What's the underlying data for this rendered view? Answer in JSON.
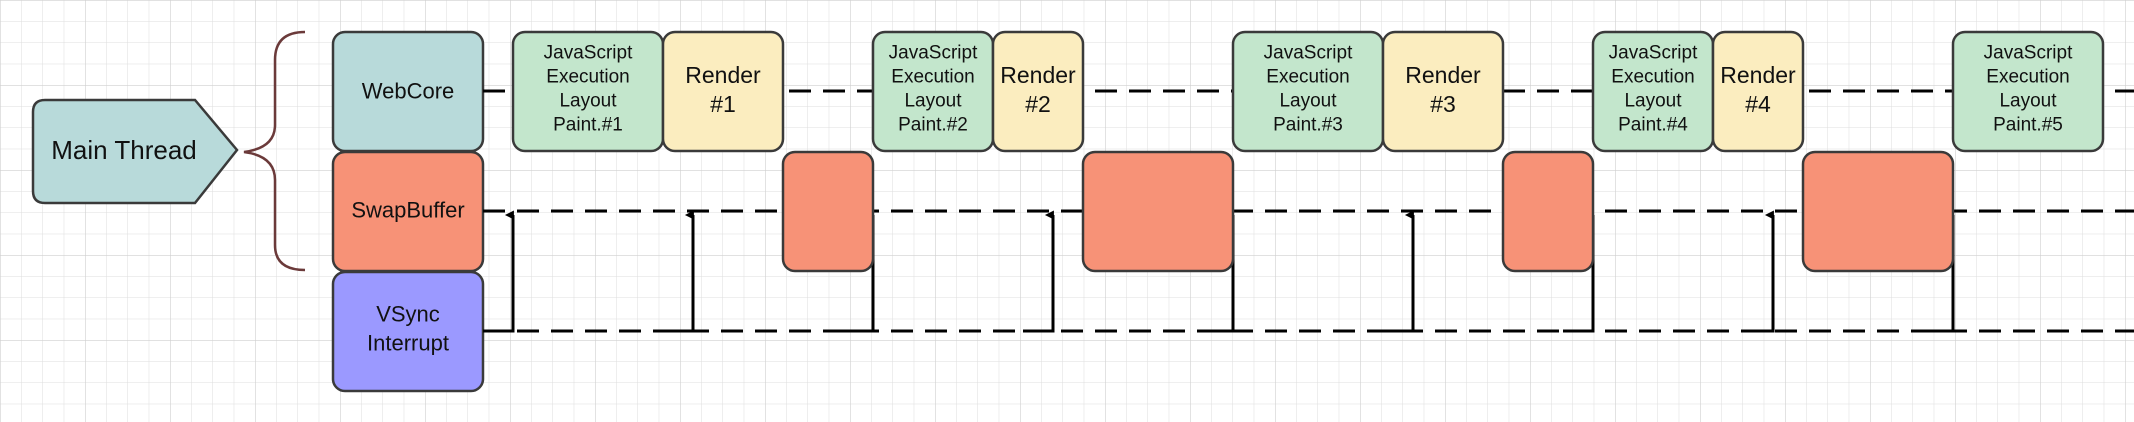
{
  "colors": {
    "grid": "#dedede",
    "grid_major": "#cfcfcf",
    "stroke": "#3a3a3a",
    "webcore_fill": "#b8dada",
    "swapbuffer_fill": "#f79277",
    "vsync_fill": "#9b99ff",
    "main_thread_fill": "#b8dada",
    "js_fill": "#c3e6cc",
    "render_fill": "#fbedbf",
    "brace": "#6b3a3a"
  },
  "main_thread": {
    "label": "Main Thread"
  },
  "lanes": [
    {
      "id": "webcore",
      "label": "WebCore"
    },
    {
      "id": "swapbuffer",
      "label": "SwapBuffer"
    },
    {
      "id": "vsync",
      "label": [
        "VSync",
        "Interrupt"
      ]
    }
  ],
  "frames": [
    {
      "js": [
        "JavaScript",
        "Execution",
        "Layout",
        "Paint.#1"
      ],
      "render": [
        "Render",
        "#1"
      ]
    },
    {
      "js": [
        "JavaScript",
        "Execution",
        "Layout",
        "Paint.#2"
      ],
      "render": [
        "Render",
        "#2"
      ]
    },
    {
      "js": [
        "JavaScript",
        "Execution",
        "Layout",
        "Paint.#3"
      ],
      "render": [
        "Render",
        "#3"
      ]
    },
    {
      "js": [
        "JavaScript",
        "Execution",
        "Layout",
        "Paint.#4"
      ],
      "render": [
        "Render",
        "#4"
      ]
    },
    {
      "js": [
        "JavaScript",
        "Execution",
        "Layout",
        "Paint.#5"
      ],
      "render": null
    }
  ],
  "swap_blocks_count": 5,
  "vsync_arrows_count": 9
}
